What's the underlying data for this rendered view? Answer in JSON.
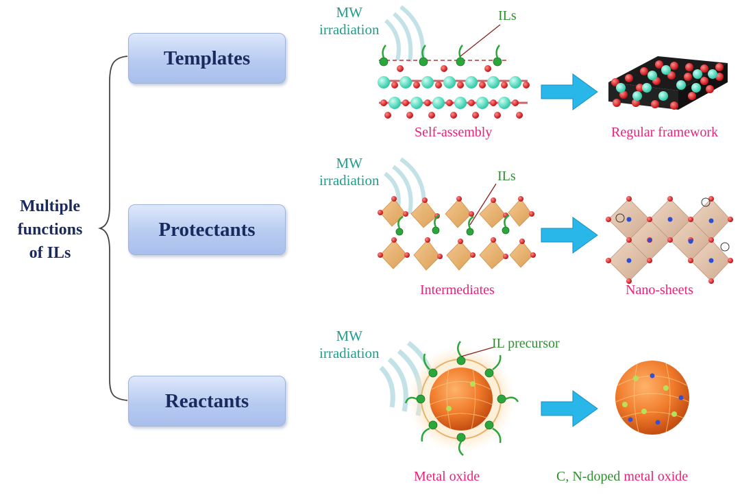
{
  "root": {
    "lines": [
      "Multiple",
      "functions",
      "of ILs"
    ]
  },
  "functions": [
    {
      "name": "Templates",
      "mw_lines": [
        "MW",
        "irradiation"
      ],
      "il_label": "ILs",
      "left_caption": "Self-assembly",
      "right_caption": "Regular framework"
    },
    {
      "name": "Protectants",
      "mw_lines": [
        "MW",
        "irradiation"
      ],
      "il_label": "ILs",
      "left_caption": "Intermediates",
      "right_caption": "Nano-sheets"
    },
    {
      "name": "Reactants",
      "mw_lines": [
        "MW",
        "irradiation"
      ],
      "il_label": "IL precursor",
      "left_caption": "Metal oxide",
      "right_caption_green": "C, N-doped",
      "right_caption_pink": "metal oxide"
    }
  ],
  "colors": {
    "navy": "#1a2a5c",
    "teal": "#1f9d8c",
    "green": "#2f8f2f",
    "pink": "#e8227a",
    "arrow": "#29b6e8",
    "box": "#b7cbf1"
  }
}
